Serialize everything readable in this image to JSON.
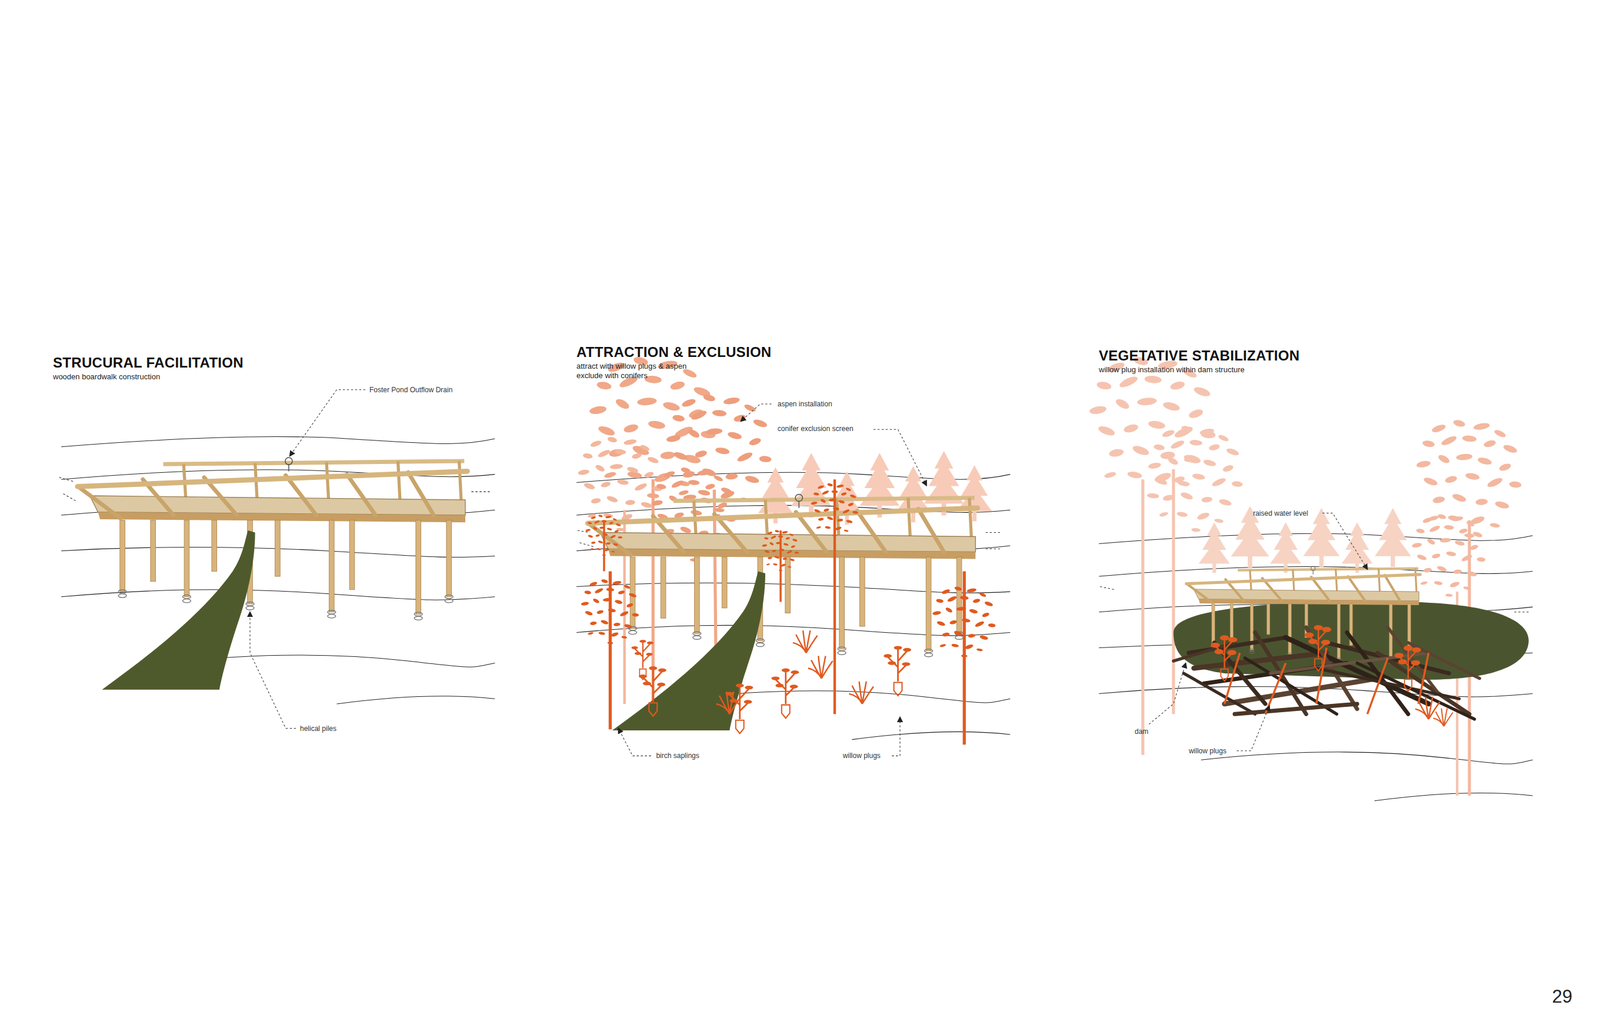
{
  "diagram": {
    "nodes": [
      {
        "text": [
          "STRUCURAL FACILITATION",
          "wooden boardwalk construction"
        ]
      },
      {
        "text": [
          "ATTRACTION & EXCLUSION",
          "attract with willow plugs & aspen exclude with conifers"
        ]
      },
      {
        "text": [
          "VEGETATIVE STABILIZATION",
          "willow plug installation within dam structure"
        ]
      }
    ],
    "labels": [
      "Foster Pond Outflow Drain",
      "helical piles",
      "aspen installation",
      "conifer exclusion screen",
      "birch saplings",
      "willow plugs",
      "raised water level",
      "dam",
      "willow plugs",
      "29"
    ]
  }
}
